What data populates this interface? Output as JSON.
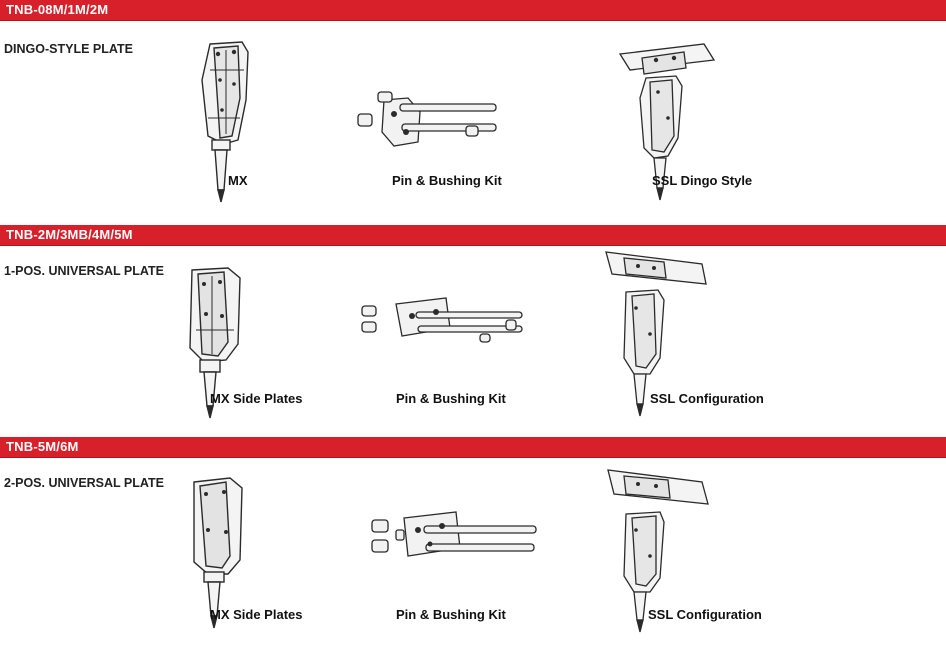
{
  "sections": [
    {
      "title": "TNB-08M/1M/2M",
      "plate": "DINGO-STYLE PLATE",
      "captions": [
        "MX",
        "Pin & Bushing Kit",
        "SSL Dingo Style"
      ]
    },
    {
      "title": "TNB-2M/3MB/4M/5M",
      "plate": "1-POS. UNIVERSAL PLATE",
      "captions": [
        "MX Side Plates",
        "Pin & Bushing Kit",
        "SSL Configuration"
      ]
    },
    {
      "title": "TNB-5M/6M",
      "plate": "2-POS. UNIVERSAL PLATE",
      "captions": [
        "MX Side Plates",
        "Pin & Bushing Kit",
        "SSL Configuration"
      ]
    }
  ],
  "colors": {
    "band": "#d7202a",
    "band_text": "#ffffff",
    "line_art": "#2b2b2b"
  }
}
